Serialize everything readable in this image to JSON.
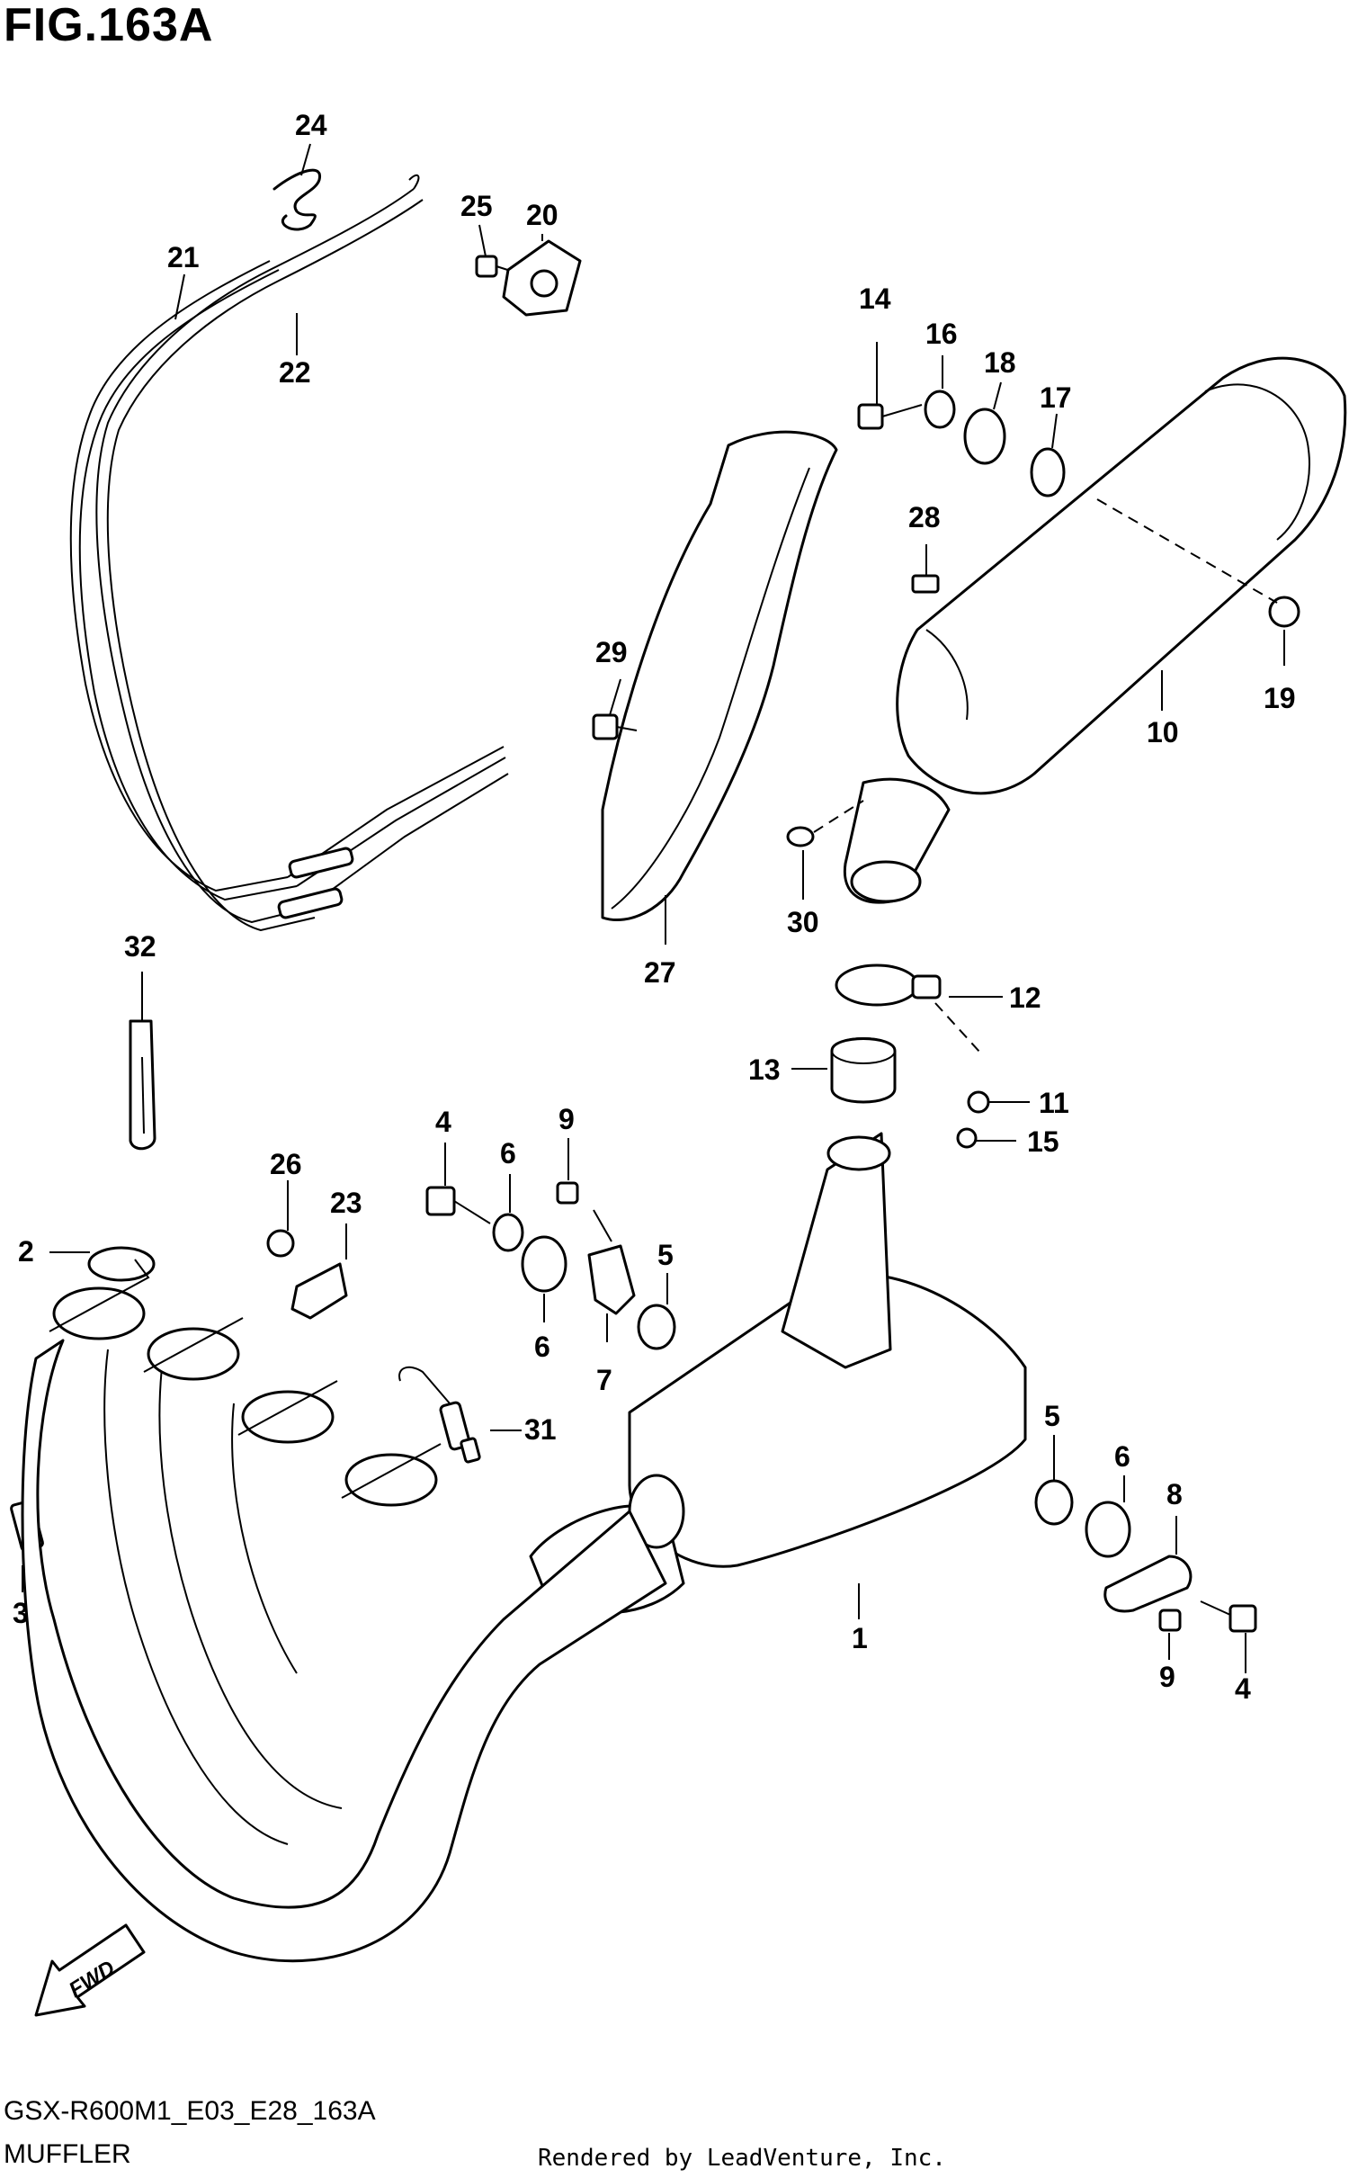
{
  "figure": {
    "title": "FIG.163A",
    "model_code": "GSX-R600M1_E03_E28_163A",
    "section_name": "MUFFLER",
    "credit": "Rendered by LeadVenture, Inc.",
    "fwd_label": "FWD"
  },
  "callouts": [
    {
      "id": "c1",
      "label": "1"
    },
    {
      "id": "c2",
      "label": "2"
    },
    {
      "id": "c3",
      "label": "3"
    },
    {
      "id": "c4a",
      "label": "4"
    },
    {
      "id": "c4b",
      "label": "4"
    },
    {
      "id": "c5a",
      "label": "5"
    },
    {
      "id": "c5b",
      "label": "5"
    },
    {
      "id": "c6a",
      "label": "6"
    },
    {
      "id": "c6b",
      "label": "6"
    },
    {
      "id": "c6c",
      "label": "6"
    },
    {
      "id": "c7",
      "label": "7"
    },
    {
      "id": "c8",
      "label": "8"
    },
    {
      "id": "c9a",
      "label": "9"
    },
    {
      "id": "c9b",
      "label": "9"
    },
    {
      "id": "c10",
      "label": "10"
    },
    {
      "id": "c11",
      "label": "11"
    },
    {
      "id": "c12",
      "label": "12"
    },
    {
      "id": "c13",
      "label": "13"
    },
    {
      "id": "c14",
      "label": "14"
    },
    {
      "id": "c15",
      "label": "15"
    },
    {
      "id": "c16",
      "label": "16"
    },
    {
      "id": "c17",
      "label": "17"
    },
    {
      "id": "c18",
      "label": "18"
    },
    {
      "id": "c19",
      "label": "19"
    },
    {
      "id": "c20",
      "label": "20"
    },
    {
      "id": "c21",
      "label": "21"
    },
    {
      "id": "c22",
      "label": "22"
    },
    {
      "id": "c23",
      "label": "23"
    },
    {
      "id": "c24",
      "label": "24"
    },
    {
      "id": "c25",
      "label": "25"
    },
    {
      "id": "c26",
      "label": "26"
    },
    {
      "id": "c27",
      "label": "27"
    },
    {
      "id": "c28",
      "label": "28"
    },
    {
      "id": "c29",
      "label": "29"
    },
    {
      "id": "c30",
      "label": "30"
    },
    {
      "id": "c31",
      "label": "31"
    },
    {
      "id": "c32",
      "label": "32"
    }
  ]
}
